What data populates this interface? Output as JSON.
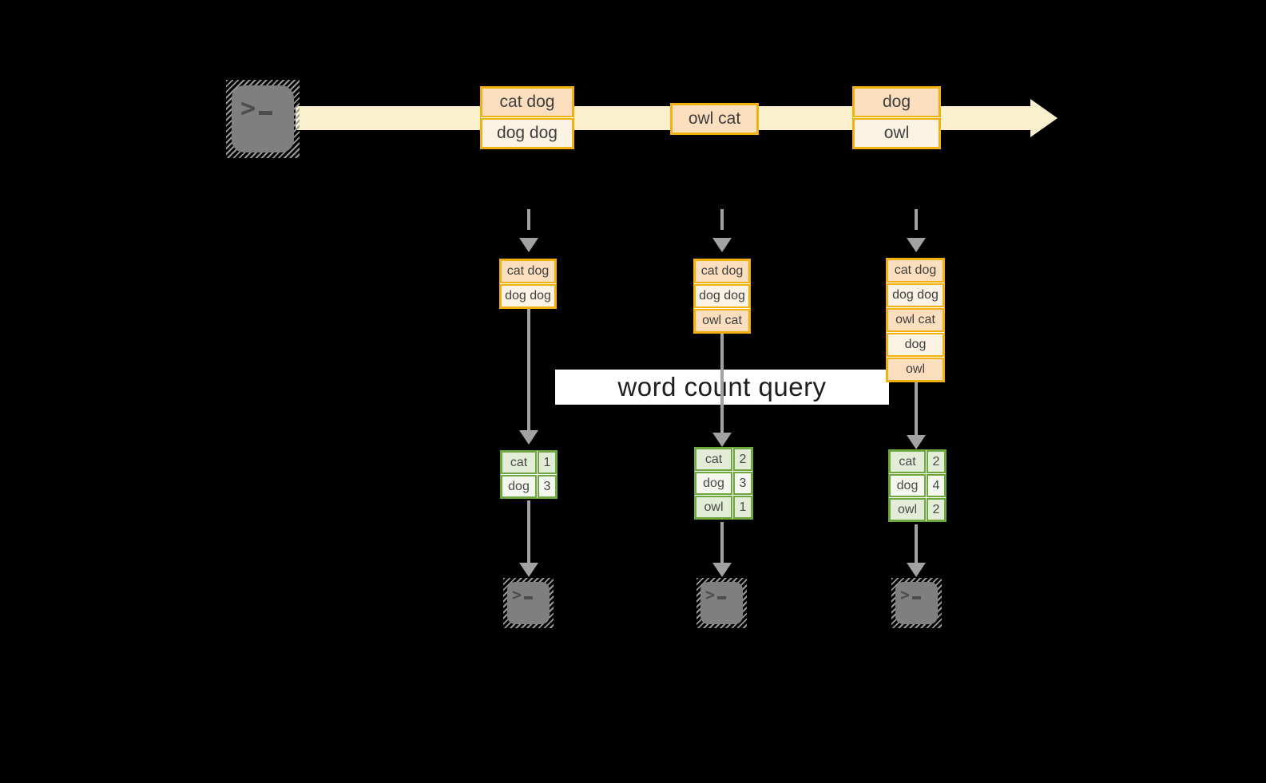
{
  "query_banner": {
    "label": "word count query"
  },
  "icons": {
    "terminal_chevron": ">"
  },
  "colors": {
    "background": "#000000",
    "stream_band": "#FAF0CD",
    "box_border_gold": "#F2B10E",
    "box_fill_peach": "#FADEBD",
    "box_fill_cream": "#FDF3E4",
    "table_border_green": "#6FA83F",
    "table_fill_dark": "#E2ECD6",
    "table_fill_light": "#F3F7EE",
    "arrow_gray": "#A2A2A2",
    "terminal_gray": "#7F7F7F",
    "banner_bg": "#FFFFFF",
    "text": "#3F3F3F"
  },
  "stream": {
    "messages": [
      {
        "rows": [
          "cat dog",
          "dog dog"
        ]
      },
      {
        "rows": [
          "owl cat"
        ]
      },
      {
        "rows": [
          "dog",
          "owl"
        ]
      }
    ]
  },
  "columns": [
    {
      "batch": [
        "cat dog",
        "dog dog"
      ],
      "counts": [
        {
          "word": "cat",
          "count": "1"
        },
        {
          "word": "dog",
          "count": "3"
        }
      ]
    },
    {
      "batch": [
        "cat dog",
        "dog dog",
        "owl cat"
      ],
      "counts": [
        {
          "word": "cat",
          "count": "2"
        },
        {
          "word": "dog",
          "count": "3"
        },
        {
          "word": "owl",
          "count": "1"
        }
      ]
    },
    {
      "batch": [
        "cat dog",
        "dog dog",
        "owl cat",
        "dog",
        "owl"
      ],
      "counts": [
        {
          "word": "cat",
          "count": "2"
        },
        {
          "word": "dog",
          "count": "4"
        },
        {
          "word": "owl",
          "count": "2"
        }
      ]
    }
  ]
}
